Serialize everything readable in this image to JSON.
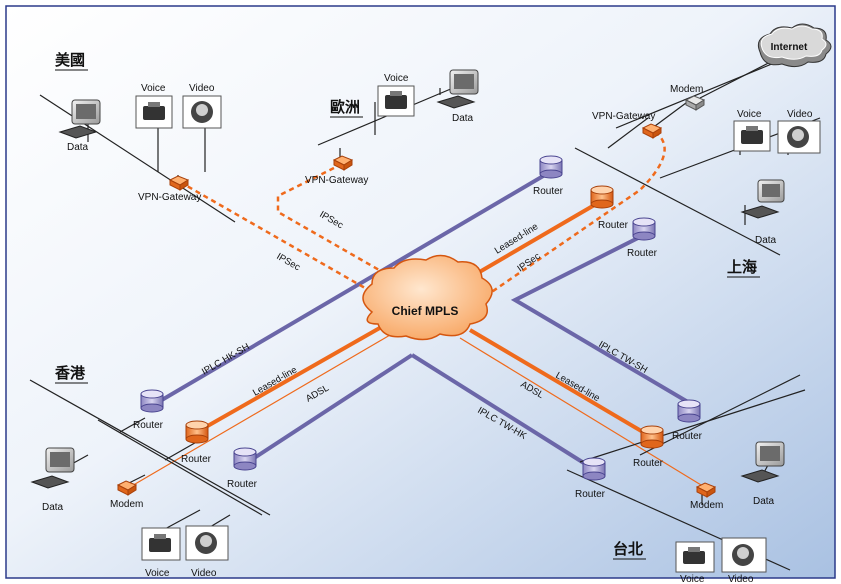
{
  "title": "",
  "cities": {
    "usa": "美國",
    "europe": "歐洲",
    "shanghai": "上海",
    "hongkong": "香港",
    "taipei": "台北"
  },
  "cloud": {
    "mpls": "Chief MPLS",
    "internet": "Internet"
  },
  "devices": {
    "voice": "Voice",
    "video": "Video",
    "data": "Data",
    "router": "Router",
    "modem": "Modem",
    "vpn_gateway": "VPN-Gateway"
  },
  "links": {
    "ipsec": "IPSec",
    "leased_line": "Leased-line",
    "adsl": "ADSL",
    "iplc_hk_sh": "IPLC HK-SH",
    "iplc_tw_sh": "IPLC TW-SH",
    "iplc_tw_hk": "IPLC TW-HK"
  },
  "colors": {
    "background": "#dfe9f5",
    "frame": "#2b3a8a",
    "iplc": "#6b66a8",
    "leased": "#ef6a1c",
    "ipsec": "#ef6a1c",
    "lan": "#222222",
    "router_body": "#c9c4e4",
    "router_leased": "#f08a3a"
  }
}
